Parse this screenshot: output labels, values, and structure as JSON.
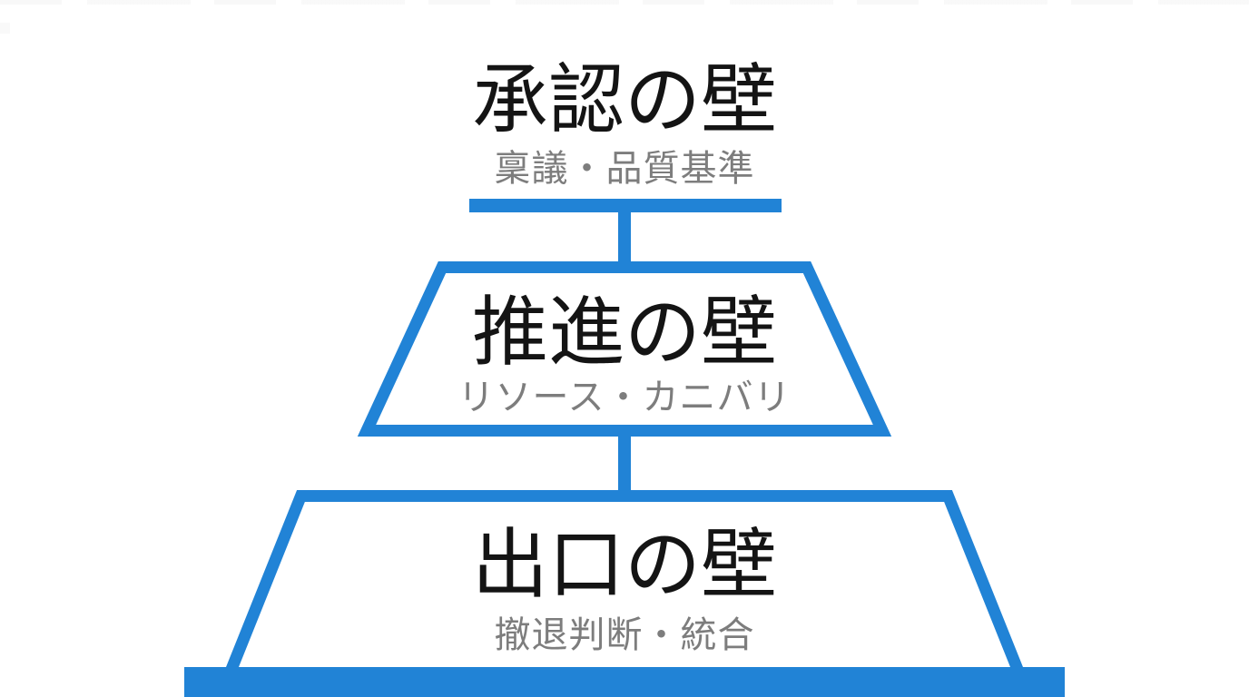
{
  "canvas": {
    "background": "#ffffff"
  },
  "colors": {
    "accent": "#2183d6",
    "shape_fill": "#ffffff",
    "title_text": "#141414",
    "subtitle_text": "#7d7d7d"
  },
  "diagram": {
    "type": "tiered-funnel-pyramid",
    "tiers": [
      {
        "title": "承認の壁",
        "subtitle": "稟議・品質基準"
      },
      {
        "title": "推進の壁",
        "subtitle": "リソース・カニバリ"
      },
      {
        "title": "出口の壁",
        "subtitle": "撤退判断・統合"
      }
    ]
  }
}
